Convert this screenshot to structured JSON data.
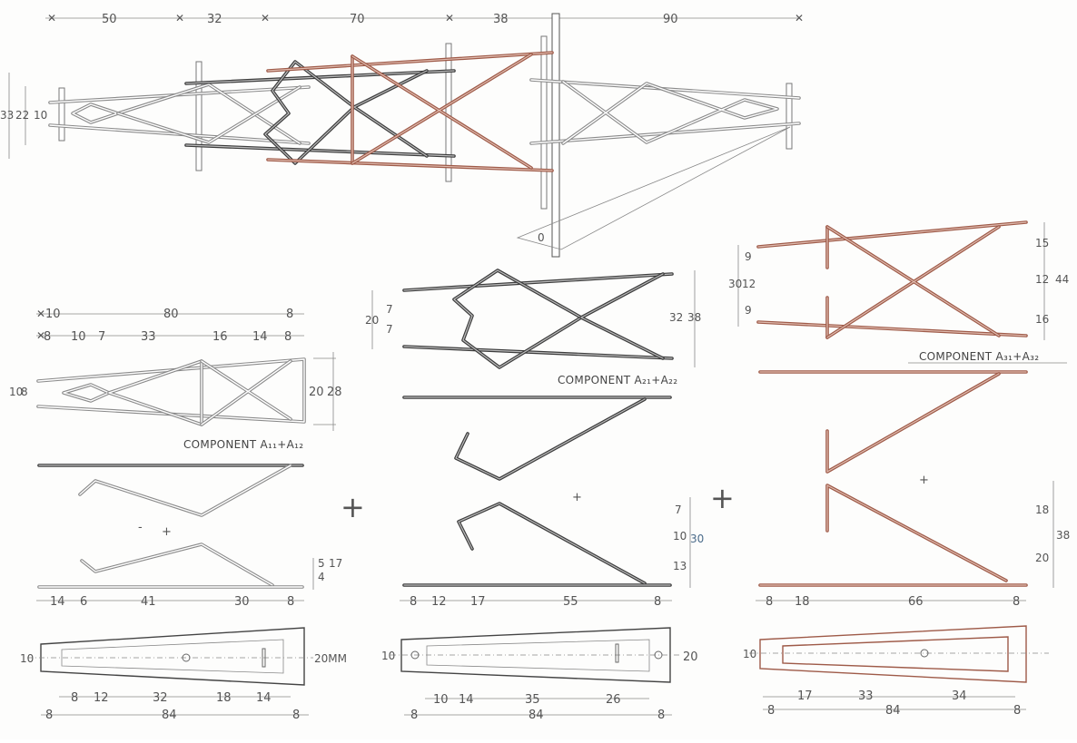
{
  "components": {
    "a1": {
      "caption": "COMPONENT A₁₁+A₁₂"
    },
    "a2": {
      "caption": "COMPONENT A₂₁+A₂₂"
    },
    "a3": {
      "caption": "COMPONENT A₃₁+A₃₂"
    }
  },
  "colors": {
    "gray": "#8a8a8a",
    "dark": "#3c3c3c",
    "red": "#9e5a48"
  },
  "top_dims": {
    "d1": "50",
    "d2": "32",
    "d3": "70",
    "d4": "38",
    "d5": "90"
  },
  "top_left_dims": {
    "a": "33",
    "b": "22",
    "c": "10"
  },
  "top_base_label": "0",
  "a1_dims": {
    "r1_a": "10",
    "r1_b": "80",
    "r1_c": "8",
    "r2_a": "8",
    "r2_b": "10",
    "r2_c": "7",
    "r2_d": "33",
    "r2_e": "16",
    "r2_f": "14",
    "r2_g": "8",
    "h1": "10",
    "h2": "8",
    "h3": "20",
    "h4": "28",
    "side_a": "5",
    "side_b": "4",
    "side_c": "17",
    "b_a": "14",
    "b_b": "6",
    "b_c": "41",
    "b_d": "30",
    "b_e": "8",
    "minus": "-",
    "plan_w": "10",
    "plan_h": "20MM",
    "p_a": "8",
    "p_b": "12",
    "p_c": "32",
    "p_d": "18",
    "p_e": "14",
    "p2_a": "8",
    "p2_b": "84",
    "p2_c": "8"
  },
  "a2_dims": {
    "l_a": "7",
    "l_b": "20",
    "l_c": "7",
    "r_a": "32",
    "r_b": "38",
    "s_a": "7",
    "s_b": "10",
    "s_c": "30",
    "s_d": "13",
    "b_a": "8",
    "b_b": "12",
    "b_c": "17",
    "b_d": "55",
    "b_e": "8",
    "plan_w": "10",
    "plan_h": "20",
    "p_a": "10",
    "p_b": "14",
    "p_c": "35",
    "p_d": "26",
    "p2_a": "8",
    "p2_b": "84",
    "p2_c": "8"
  },
  "a3_dims": {
    "l_a": "9",
    "l_b": "30",
    "l_c": "12",
    "l_d": "9",
    "r_a": "15",
    "r_b": "12",
    "r_c": "44",
    "r_d": "16",
    "s_a": "18",
    "s_b": "38",
    "s_c": "20",
    "b_a": "8",
    "b_b": "18",
    "b_c": "66",
    "b_d": "8",
    "plan_w": "10",
    "p_a": "17",
    "p_b": "33",
    "p_c": "34",
    "p2_a": "8",
    "p2_b": "84",
    "p2_c": "8"
  }
}
